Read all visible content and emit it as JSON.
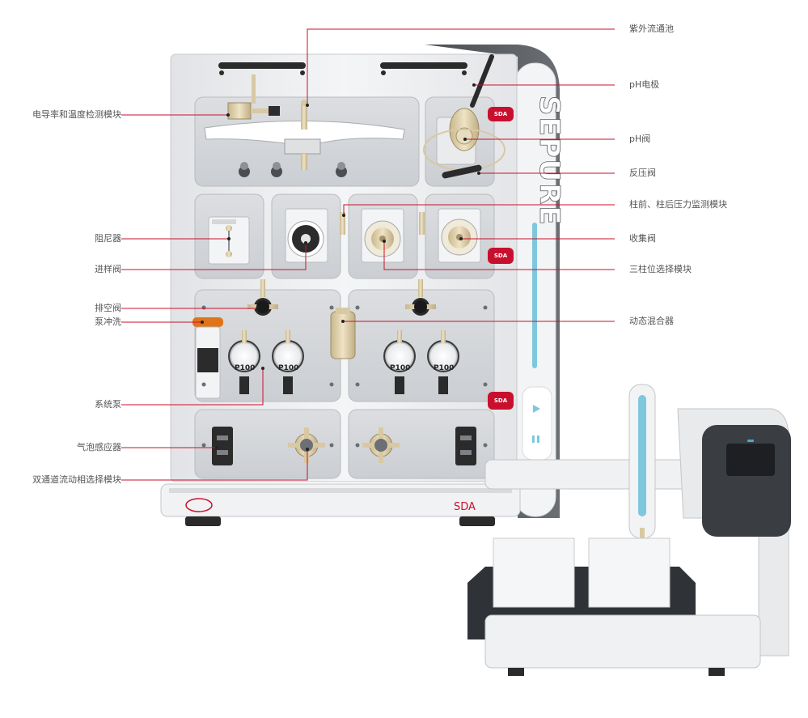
{
  "brand": "SEPURE",
  "model": "SDA",
  "pump_label": "P100",
  "labels_left": [
    {
      "id": "conductivity",
      "text": "电导率和温度检测模块"
    },
    {
      "id": "damper",
      "text": "阻尼器"
    },
    {
      "id": "injection",
      "text": "进样阀"
    },
    {
      "id": "purge",
      "text": "排空阀"
    },
    {
      "id": "pumpwash",
      "text": "泵冲洗"
    },
    {
      "id": "syspump",
      "text": "系统泵"
    },
    {
      "id": "bubble",
      "text": "气泡感应器"
    },
    {
      "id": "dualchannel",
      "text": "双通道流动相选择模块"
    }
  ],
  "labels_right": [
    {
      "id": "uv",
      "text": "紫外流通池"
    },
    {
      "id": "phelectrode",
      "text": "pH电极"
    },
    {
      "id": "phvalve",
      "text": "pH阀"
    },
    {
      "id": "backpressure",
      "text": "反压阀"
    },
    {
      "id": "pressure",
      "text": "柱前、柱后压力监测模块"
    },
    {
      "id": "collection",
      "text": "收集阀"
    },
    {
      "id": "columnselect",
      "text": "三柱位选择模块"
    },
    {
      "id": "mixer",
      "text": "动态混合器"
    }
  ],
  "colors": {
    "accent": "#c8102e",
    "panel": "#d3d5d8",
    "frame": "#ecedef",
    "dark": "#2b2b2b",
    "cyan": "#7fc7dc"
  }
}
